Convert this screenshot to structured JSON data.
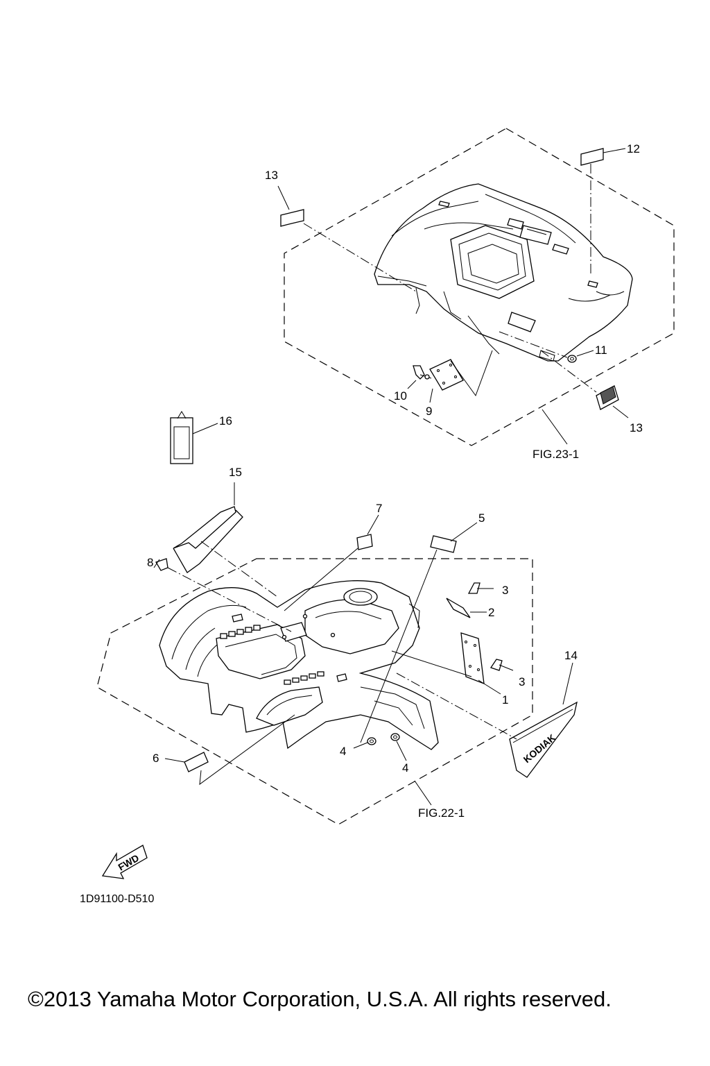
{
  "callouts": {
    "c1": "1",
    "c2": "2",
    "c3a": "3",
    "c3b": "3",
    "c4a": "4",
    "c4b": "4",
    "c5": "5",
    "c6": "6",
    "c7": "7",
    "c8": "8",
    "c9": "9",
    "c10": "10",
    "c11": "11",
    "c12": "12",
    "c13a": "13",
    "c13b": "13",
    "c14": "14",
    "c15": "15",
    "c16": "16"
  },
  "fig_refs": {
    "rear": "FIG.23-1",
    "front": "FIG.22-1"
  },
  "fwd_label": "FWD",
  "decal_text": "KODIAK",
  "doc_id": "1D91100-D510",
  "copyright": "©2013 Yamaha Motor Corporation, U.S.A. All rights reserved."
}
